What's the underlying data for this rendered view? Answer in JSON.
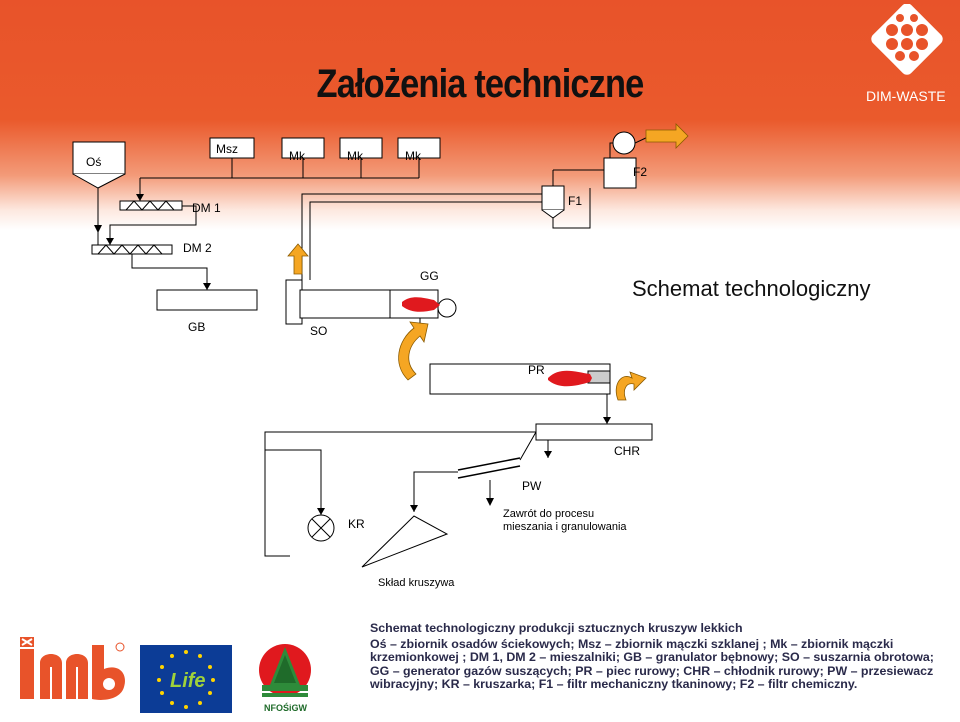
{
  "slide": {
    "title": "Założenia techniczne",
    "brand": "DIM-WASTE",
    "schema_title": "Schemat technologiczny",
    "logos": {
      "nfosigw": "NFOŚiGW",
      "life": "Life"
    }
  },
  "labels": {
    "os": "Oś",
    "msz": "Msz",
    "mk1": "Mk",
    "mk2": "Mk",
    "mk3": "Mk",
    "f2": "F2",
    "f1": "F1",
    "dm1": "DM 1",
    "dm2": "DM 2",
    "gg": "GG",
    "gb": "GB",
    "so": "SO",
    "pr": "PR",
    "chr": "CHR",
    "pw": "PW",
    "kr": "KR",
    "zwrot_1": "Zawrót do procesu",
    "zwrot_2": "mieszania i granulowania",
    "sklad": "Skład kruszywa"
  },
  "caption": {
    "heading": "Schemat technologiczny produkcji sztucznych kruszyw lekkich",
    "body": "Oś – zbiornik osadów ściekowych; Msz – zbiornik mączki szklanej ; Mk – zbiornik mączki krzemionkowej ; DM 1, DM 2 – mieszalniki; GB – granulator bębnowy; SO – suszarnia obrotowa; GG – generator gazów suszących; PR – piec rurowy; CHR – chłodnik rurowy; PW – przesiewacz wibracyjny; KR – kruszarka; F1 – filtr mechaniczny tkaninowy; F2 – filtr chemiczny."
  },
  "colors": {
    "header": "#e8532a",
    "flame": "#e0191e",
    "arrow_fill": "#f5a623",
    "caption_text": "#2a2a4a"
  }
}
